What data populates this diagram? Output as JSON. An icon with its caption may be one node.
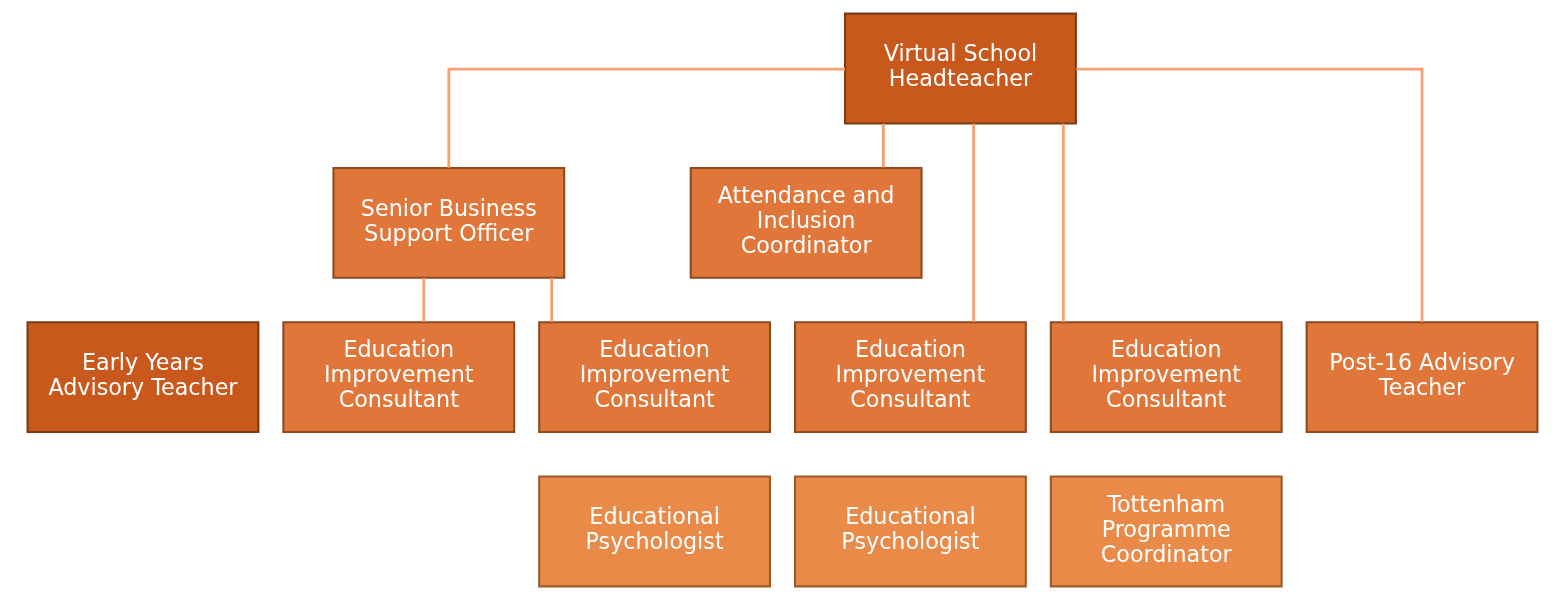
{
  "diagram": {
    "nodes": [
      {
        "text": [
          "Virtual School Headteacher"
        ]
      },
      {
        "text": [
          "Senior Business Support Officer"
        ]
      },
      {
        "text": [
          "Attendance and Inclusion Coordinator"
        ]
      },
      {
        "text": [
          "Early Years Advisory Teacher"
        ]
      },
      {
        "text": [
          "Education Improvement Consultant"
        ]
      },
      {
        "text": [
          "Education Improvement Consultant"
        ]
      },
      {
        "text": [
          "Education Improvement Consultant"
        ]
      },
      {
        "text": [
          "Education Improvement Consultant"
        ]
      },
      {
        "text": [
          "Post-16 Advisory Teacher"
        ]
      },
      {
        "text": [
          "Educational Psychologist"
        ]
      },
      {
        "text": [
          "Educational Psychologist"
        ]
      },
      {
        "text": [
          "Tottenham Programme Coordinator"
        ]
      }
    ],
    "edges": [
      {
        "from": 0,
        "to": 1,
        "arrow": "none"
      },
      {
        "from": 0,
        "to": 2,
        "arrow": "none"
      },
      {
        "from": 1,
        "to": 4,
        "arrow": "none"
      },
      {
        "from": 1,
        "to": 5,
        "arrow": "none"
      },
      {
        "from": 0,
        "to": 6,
        "arrow": "none"
      },
      {
        "from": 0,
        "to": 7,
        "arrow": "none"
      },
      {
        "from": 0,
        "to": 8,
        "arrow": "none"
      }
    ]
  }
}
